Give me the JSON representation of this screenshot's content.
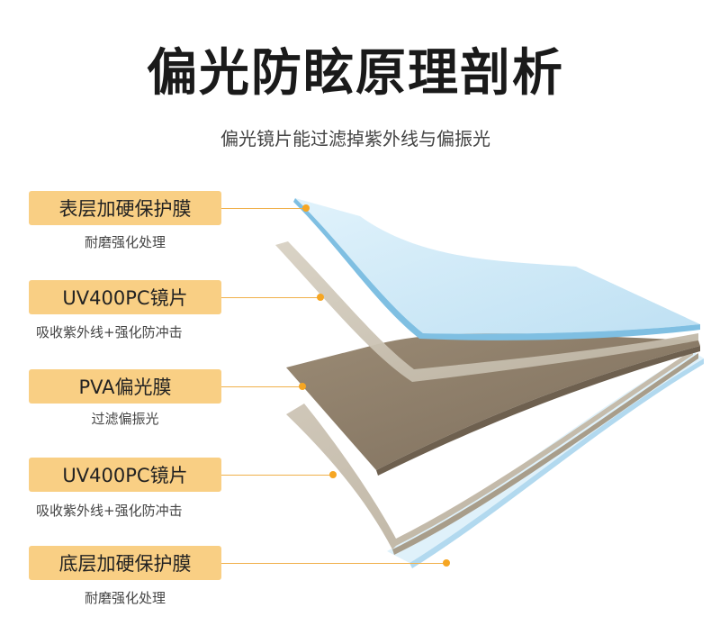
{
  "title": "偏光防眩原理剖析",
  "subtitle": "偏光镜片能过滤掉紫外线与偏振光",
  "layers": [
    {
      "label": "表层加硬保护膜",
      "desc": "耐磨强化处理"
    },
    {
      "label": "UV400PC镜片",
      "desc": "吸收紫外线+强化防冲击"
    },
    {
      "label": "PVA偏光膜",
      "desc": "过滤偏振光"
    },
    {
      "label": "UV400PC镜片",
      "desc": "吸收紫外线+强化防冲击"
    },
    {
      "label": "底层加硬保护膜",
      "desc": "耐磨强化处理"
    }
  ],
  "colors": {
    "label_bg": "#f9cf84",
    "connector": "#f0b04a",
    "dot": "#f6a623",
    "film_blue": "#bfe3f5",
    "lens_beige": "#cfc6b6",
    "pva_brown": "#8c7c68"
  }
}
